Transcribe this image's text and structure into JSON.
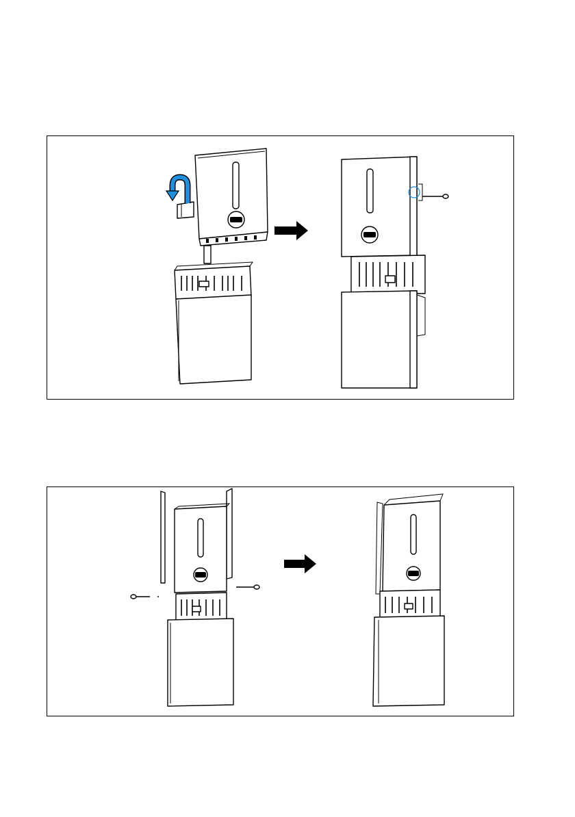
{
  "document": {
    "figures": [
      {
        "id": "figure-1",
        "steps": [
          "lift-inverter-onto-battery",
          "secure-side-screw"
        ],
        "arrow_icon": "right-arrow-icon",
        "rotation_arrow_color": "#1e90e0",
        "rotation_arrow_icon": "u-turn-arrow-icon"
      },
      {
        "id": "figure-2",
        "steps": [
          "attach-side-brackets-and-screws",
          "assembled-unit"
        ],
        "arrow_icon": "right-arrow-icon"
      }
    ],
    "colors": {
      "line": "#000000",
      "background": "#ffffff",
      "accent": "#1e90e0"
    }
  }
}
